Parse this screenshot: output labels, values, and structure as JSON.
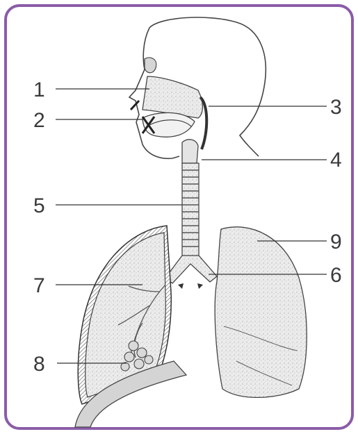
{
  "frame": {
    "border_color": "#8a5ca8"
  },
  "labels": {
    "l1": "1",
    "l2": "2",
    "l3": "3",
    "l4": "4",
    "l5": "5",
    "l6": "6",
    "l7": "7",
    "l8": "8",
    "l9": "9"
  },
  "colors": {
    "line": "#333333",
    "lung_fill": "#e6e6e6",
    "pleura": "#444444"
  }
}
